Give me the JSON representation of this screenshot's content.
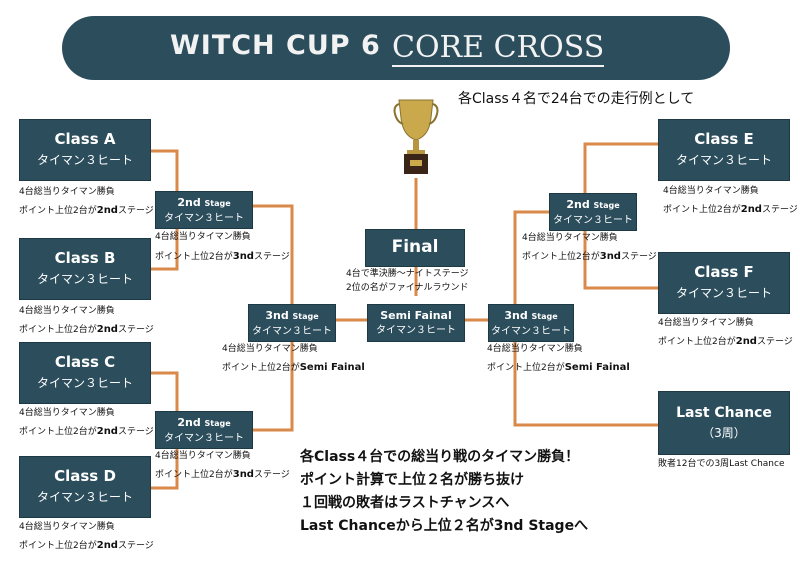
{
  "banner": {
    "title": "WITCH CUP 6",
    "subtitle": "CORE CROSS"
  },
  "subtitle": "各Class４名で24台での走行例として",
  "classes": [
    {
      "name": "Class  A",
      "format": "タイマン３ヒート"
    },
    {
      "name": "Class  B",
      "format": "タイマン３ヒート"
    },
    {
      "name": "Class  C",
      "format": "タイマン３ヒート"
    },
    {
      "name": "Class  D",
      "format": "タイマン３ヒート"
    },
    {
      "name": "Class  E",
      "format": "タイマン３ヒート"
    },
    {
      "name": "Class  F",
      "format": "タイマン３ヒート"
    }
  ],
  "class_notes": {
    "line1": "4台総当りタイマン勝負",
    "line2_prefix": "ポイント上位2台が",
    "line2_bold": "2nd",
    "line2_suffix": "ステージ"
  },
  "second_stage": {
    "label": "2nd",
    "stage_word": "Stage",
    "format": "タイマン３ヒート",
    "note1": "4台総当りタイマン勝負",
    "note2_prefix": "ポイント上位2台が",
    "note2_bold": "3nd",
    "note2_suffix": "ステージ"
  },
  "third_stage": {
    "label": "3nd",
    "stage_word": "Stage",
    "format": "タイマン３ヒート",
    "note1": "4台総当りタイマン勝負",
    "note2_prefix": "ポイント上位2台が",
    "note2_bold": "Semi Fainal",
    "note2_suffix": "",
    "note2_right": "Semi Fainal"
  },
  "semi_final": {
    "label": "Semi Fainal",
    "format": "タイマン３ヒート"
  },
  "final": {
    "label": "Final",
    "note1": "4台で準決勝〜ナイトステージ",
    "note2": "2位の名がファイナルラウンド"
  },
  "last_chance": {
    "label": "Last Chance",
    "laps": "（3周）",
    "note": "敗者12台での3周Last Chance"
  },
  "rules": [
    "各Class４台での総当り戦のタイマン勝負！",
    "ポイント計算で上位２名が勝ち抜け",
    "１回戦の敗者はラストチャンスへ",
    "Last Chanceから上位２名が3nd Stageへ"
  ],
  "colors": {
    "box": "#2b4d5c",
    "line": "#d9894a",
    "trophy": "#c9a94b"
  },
  "icons": {
    "trophy": "trophy-icon"
  }
}
